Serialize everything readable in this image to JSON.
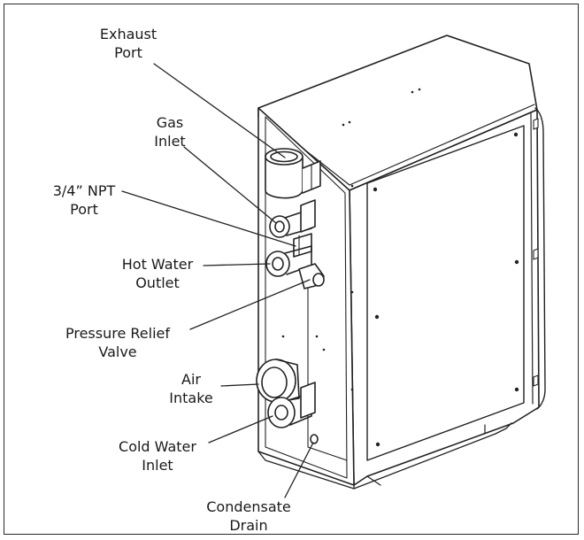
{
  "diagram": {
    "callouts": [
      {
        "id": "exhaust-port",
        "lines": [
          "Exhaust",
          "Port"
        ]
      },
      {
        "id": "gas-inlet",
        "lines": [
          "Gas",
          "Inlet"
        ]
      },
      {
        "id": "npt-port",
        "lines": [
          "3/4” NPT",
          "Port"
        ]
      },
      {
        "id": "hot-water-outlet",
        "lines": [
          "Hot Water",
          "Outlet"
        ]
      },
      {
        "id": "pressure-relief-valve",
        "lines": [
          "Pressure Relief",
          "Valve"
        ]
      },
      {
        "id": "air-intake",
        "lines": [
          "Air",
          "Intake"
        ]
      },
      {
        "id": "cold-water-inlet",
        "lines": [
          "Cold Water",
          "Inlet"
        ]
      },
      {
        "id": "condensate-drain",
        "lines": [
          "Condensate",
          "Drain"
        ]
      }
    ]
  }
}
